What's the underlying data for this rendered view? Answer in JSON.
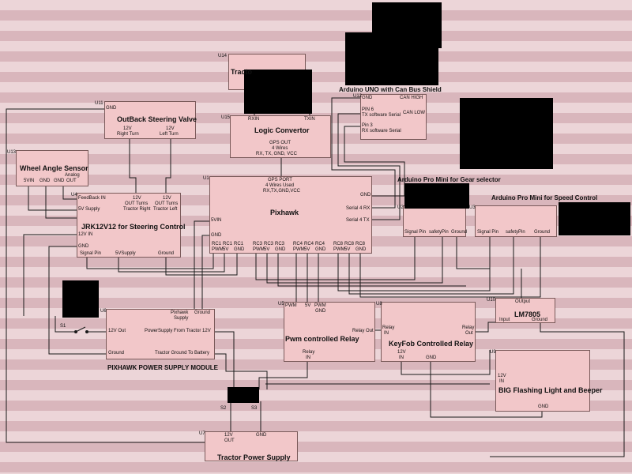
{
  "colors": {
    "stripe_light": "#ecd5d8",
    "stripe_dark": "#d8b4ba",
    "box_fill": "#f2c7c9",
    "wire": "#1a1a1a"
  },
  "diagram": {
    "tractor_top": {
      "id": "U14",
      "title": "Tracto"
    },
    "arduino_uno": {
      "header": "Arduino UNO with Can Bus Shield",
      "id": "U12",
      "gnd": "GND",
      "can_high": "CAN HIGH",
      "can_low": "CAN LOW",
      "pin6": "PIN 6",
      "pin6_desc": "TX software Serial",
      "pin3": "Pin 3",
      "pin3_desc": "RX software Serial"
    },
    "steering_valve": {
      "id": "U11",
      "gnd": "GND",
      "title": "OutBack Steering Valve",
      "right_v": "12V",
      "right_t": "Right Turn",
      "left_v": "12V",
      "left_t": "Left Turn"
    },
    "logic_convertor": {
      "id": "U15",
      "rxin": "RXIN",
      "txin": "TXIN",
      "title": "Logic Convertor",
      "gps_out": "GPS OUT",
      "wires": "4 Wires",
      "pins": "RX, TX, GND, VCC"
    },
    "wheel_sensor": {
      "id": "U13",
      "title": "Wheel Angle Sensor",
      "analog": "Analog",
      "out": "OUT",
      "vin": "5VIN",
      "gnd1": "GND",
      "gnd2": "GND"
    },
    "jrk": {
      "id": "U4",
      "feedback": "FeedBack IN",
      "v5supply": "5V Supply",
      "out_right_v": "12V",
      "out_right_1": "OUT Turns",
      "out_right_2": "Tractor Right",
      "out_left_v": "12V",
      "out_left_1": "OUT Turns",
      "out_left_2": "Tractor Left",
      "title": "JRK12V12 for Steering Control",
      "v12in": "12V IN",
      "gnd": "GND",
      "signal": "Signal Pin",
      "v5out": "5VSupply",
      "ground": "Ground"
    },
    "pixhawk": {
      "id": "U1",
      "gps1": "GPS PORT",
      "gps2": "4 Wires Used",
      "gps3": "RX,TX,GND,VCC",
      "title": "Pixhawk",
      "gnd_r": "GND",
      "serial4rx": "Serial 4 RX",
      "serial4tx": "Serial 4 TX",
      "v5in": "5VIN",
      "gnd_l": "GND",
      "rc": [
        [
          "RC1",
          "PWM"
        ],
        [
          "RC1",
          "5V"
        ],
        [
          "RC1",
          "GND"
        ],
        [
          "RC3",
          "PWM"
        ],
        [
          "RC3",
          "5V"
        ],
        [
          "RC3",
          "GND"
        ],
        [
          "RC4",
          "PWM"
        ],
        [
          "RC4",
          "5V"
        ],
        [
          "RC4",
          "GND"
        ],
        [
          "RC8",
          "PWM"
        ],
        [
          "RC8",
          "5V"
        ],
        [
          "RC8",
          "GND"
        ]
      ]
    },
    "gear_mini": {
      "header": "Arduino Pro Mini for Gear selector",
      "id": "U2",
      "signal": "Signal Pin",
      "safety": "safetyPin",
      "ground": "Ground"
    },
    "speed_mini": {
      "header": "Arduino Pro Mini for Speed Control",
      "id": "U3",
      "signal": "Signal Pin",
      "safety": "safetyPin",
      "ground": "Ground"
    },
    "power_module": {
      "id": "U6",
      "pix1": "Pixhawk",
      "pix2": "Supply",
      "ground_top": "Ground",
      "v12out": "12V Out",
      "from_tractor": "PowerSupply From Tractor 12V",
      "ground_left": "Ground",
      "to_battery": "Tractor Ground To Battery",
      "caption": "PIXHAWK POWER SUPPLY MODULE"
    },
    "switch_s1": "S1",
    "pwm_relay": {
      "id": "U5",
      "pwm": "PWM",
      "v5": "5V",
      "pwm_gnd": "PWM",
      "pwm_gnd2": "GND",
      "title": "Pwm controlled Relay",
      "relay_out": "Relay Out",
      "relay_in": "Relay",
      "relay_in2": "IN"
    },
    "keyfob_relay": {
      "id": "U8",
      "relay_in": "Relay",
      "relay_in2": "IN",
      "relay_out": "Relay",
      "relay_out2": "Out",
      "title": "KeyFob Controlled Relay",
      "bot_v12": "12V",
      "bot_in": "IN",
      "bot_gnd": "GND"
    },
    "lm7805": {
      "id": "U10",
      "output": "OUtput",
      "title": "LM7805",
      "input": "Input",
      "ground": "Ground"
    },
    "flash_light": {
      "id": "U9",
      "v12": "12V",
      "in": "IN",
      "title": "BIG Flashing Light and Beeper",
      "gnd": "GND"
    },
    "switches": {
      "s2": "S2",
      "s3": "S3"
    },
    "tractor_supply": {
      "id": "U7",
      "v12": "12V",
      "out": "OUT",
      "gnd": "GND",
      "title": "Tractor Power Supply"
    }
  }
}
